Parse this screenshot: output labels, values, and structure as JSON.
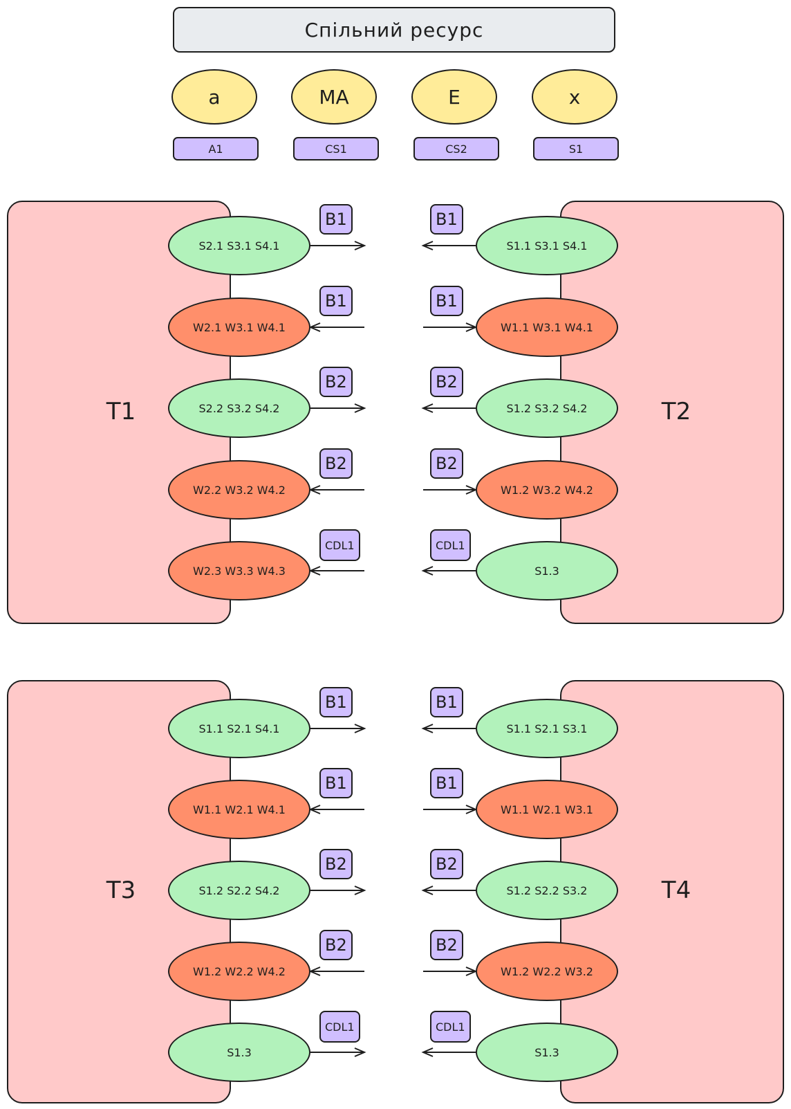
{
  "header": {
    "title": "Спільний ресурс"
  },
  "resources": [
    {
      "symbol": "a",
      "tag": "A1"
    },
    {
      "symbol": "MA",
      "tag": "CS1"
    },
    {
      "symbol": "E",
      "tag": "CS2"
    },
    {
      "symbol": "x",
      "tag": "S1"
    }
  ],
  "panels": {
    "t1": {
      "label": "T1"
    },
    "t2": {
      "label": "T2"
    },
    "t3": {
      "label": "T3"
    },
    "t4": {
      "label": "T4"
    }
  },
  "rows": {
    "top": [
      {
        "left_text": "S2.1 S3.1 S4.1",
        "left_color": "green",
        "left_badge": "B1",
        "left_dir": "out",
        "right_text": "S1.1 S3.1 S4.1",
        "right_color": "green",
        "right_badge": "B1",
        "right_dir": "out"
      },
      {
        "left_text": "W2.1 W3.1 W4.1",
        "left_color": "orange",
        "left_badge": "B1",
        "left_dir": "in",
        "right_text": "W1.1 W3.1 W4.1",
        "right_color": "orange",
        "right_badge": "B1",
        "right_dir": "in"
      },
      {
        "left_text": "S2.2 S3.2 S4.2",
        "left_color": "green",
        "left_badge": "B2",
        "left_dir": "out",
        "right_text": "S1.2 S3.2 S4.2",
        "right_color": "green",
        "right_badge": "B2",
        "right_dir": "out"
      },
      {
        "left_text": "W2.2 W3.2 W4.2",
        "left_color": "orange",
        "left_badge": "B2",
        "left_dir": "in",
        "right_text": "W1.2 W3.2 W4.2",
        "right_color": "orange",
        "right_badge": "B2",
        "right_dir": "in"
      },
      {
        "left_text": "W2.3 W3.3 W4.3",
        "left_color": "orange",
        "left_badge": "CDL1",
        "left_dir": "in",
        "right_text": "S1.3",
        "right_color": "green",
        "right_badge": "CDL1",
        "right_dir": "out"
      }
    ],
    "bottom": [
      {
        "left_text": "S1.1 S2.1 S4.1",
        "left_color": "green",
        "left_badge": "B1",
        "left_dir": "out",
        "right_text": "S1.1 S2.1 S3.1",
        "right_color": "green",
        "right_badge": "B1",
        "right_dir": "out"
      },
      {
        "left_text": "W1.1 W2.1 W4.1",
        "left_color": "orange",
        "left_badge": "B1",
        "left_dir": "in",
        "right_text": "W1.1 W2.1 W3.1",
        "right_color": "orange",
        "right_badge": "B1",
        "right_dir": "in"
      },
      {
        "left_text": "S1.2 S2.2 S4.2",
        "left_color": "green",
        "left_badge": "B2",
        "left_dir": "out",
        "right_text": "S1.2 S2.2 S3.2",
        "right_color": "green",
        "right_badge": "B2",
        "right_dir": "out"
      },
      {
        "left_text": "W1.2 W2.2 W4.2",
        "left_color": "orange",
        "left_badge": "B2",
        "left_dir": "in",
        "right_text": "W1.2 W2.2 W3.2",
        "right_color": "orange",
        "right_badge": "B2",
        "right_dir": "in"
      },
      {
        "left_text": "S1.3",
        "left_color": "green",
        "left_badge": "CDL1",
        "left_dir": "out",
        "right_text": "S1.3",
        "right_color": "green",
        "right_badge": "CDL1",
        "right_dir": "out"
      }
    ]
  },
  "colors": {
    "header_fill": "#e9ecef",
    "resource_fill": "#ffec99",
    "tag_fill": "#d0bfff",
    "panel_fill": "#ffc9c9",
    "signal_fill": "#b2f2bb",
    "wait_fill": "#ff8f6b",
    "stroke": "#1e1e1e"
  }
}
